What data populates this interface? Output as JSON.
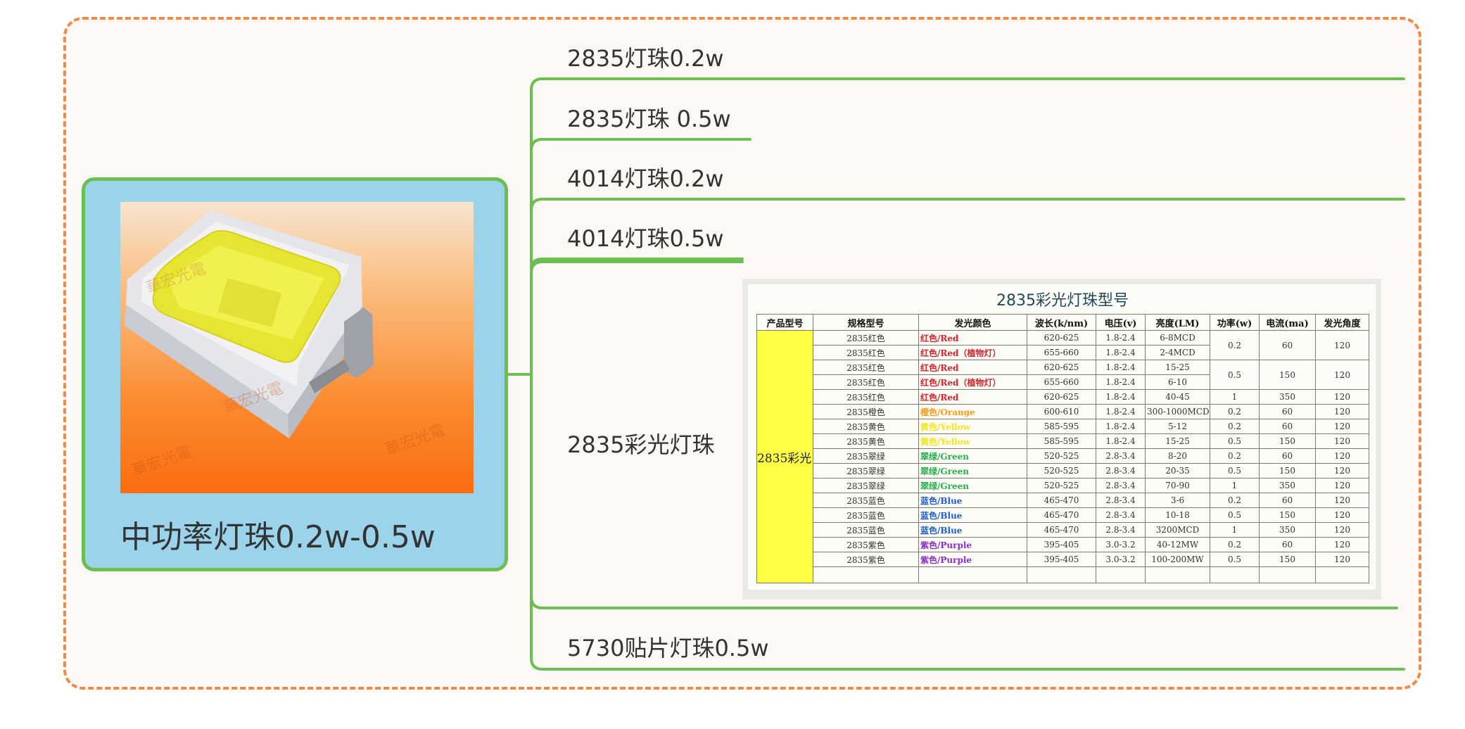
{
  "root": {
    "label": "中功率灯珠0.2w-0.5w",
    "image_icon": "led-chip-photo"
  },
  "branches": [
    {
      "label": "2835灯珠0.2w"
    },
    {
      "label": "2835灯珠 0.5w"
    },
    {
      "label": "4014灯珠0.2w"
    },
    {
      "label": "4014灯珠0.5w"
    },
    {
      "label": "2835彩光灯珠"
    },
    {
      "label": "5730贴片灯珠0.5w"
    }
  ],
  "table": {
    "title": "2835彩光灯珠型号",
    "headers": [
      "产品型号",
      "规格型号",
      "发光颜色",
      "波长(k/nm)",
      "电压(v)",
      "亮度(LM)",
      "功率(w)",
      "电流(ma)",
      "发光角度"
    ],
    "model_cell": "2835彩光",
    "rows": [
      {
        "spec": "2835红色",
        "color": "红色/Red",
        "color_hex": "#e0202a",
        "wave": "620-625",
        "volt": "1.8-2.4",
        "lum": "6-8MCD"
      },
      {
        "spec": "2835红色",
        "color": "红色/Red（植物灯）",
        "color_hex": "#e0202a",
        "wave": "655-660",
        "volt": "1.8-2.4",
        "lum": "2-4MCD"
      },
      {
        "spec": "2835红色",
        "color": "红色/Red",
        "color_hex": "#e0202a",
        "wave": "620-625",
        "volt": "1.8-2.4",
        "lum": "15-25"
      },
      {
        "spec": "2835红色",
        "color": "红色/Red（植物灯）",
        "color_hex": "#e0202a",
        "wave": "655-660",
        "volt": "1.8-2.4",
        "lum": "6-10"
      },
      {
        "spec": "2835红色",
        "color": "红色/Red",
        "color_hex": "#e0202a",
        "wave": "620-625",
        "volt": "1.8-2.4",
        "lum": "40-45"
      },
      {
        "spec": "2835橙色",
        "color": "橙色/Orange",
        "color_hex": "#ff9a1a",
        "wave": "600-610",
        "volt": "1.8-2.4",
        "lum": "300-1000MCD"
      },
      {
        "spec": "2835黄色",
        "color": "黄色/Yellow",
        "color_hex": "#f5e31c",
        "wave": "585-595",
        "volt": "1.8-2.4",
        "lum": "5-12"
      },
      {
        "spec": "2835黄色",
        "color": "黄色/Yellow",
        "color_hex": "#f5e31c",
        "wave": "585-595",
        "volt": "1.8-2.4",
        "lum": "15-25"
      },
      {
        "spec": "2835翠绿",
        "color": "翠绿/Green",
        "color_hex": "#23b04a",
        "wave": "520-525",
        "volt": "2.8-3.4",
        "lum": "8-20"
      },
      {
        "spec": "2835翠绿",
        "color": "翠绿/Green",
        "color_hex": "#23b04a",
        "wave": "520-525",
        "volt": "2.8-3.4",
        "lum": "20-35"
      },
      {
        "spec": "2835翠绿",
        "color": "翠绿/Green",
        "color_hex": "#23b04a",
        "wave": "520-525",
        "volt": "2.8-3.4",
        "lum": "70-90"
      },
      {
        "spec": "2835蓝色",
        "color": "蓝色/Blue",
        "color_hex": "#1f5bd6",
        "wave": "465-470",
        "volt": "2.8-3.4",
        "lum": "3-6"
      },
      {
        "spec": "2835蓝色",
        "color": "蓝色/Blue",
        "color_hex": "#1f5bd6",
        "wave": "465-470",
        "volt": "2.8-3.4",
        "lum": "10-18"
      },
      {
        "spec": "2835蓝色",
        "color": "蓝色/Blue",
        "color_hex": "#1f5bd6",
        "wave": "465-470",
        "volt": "2.8-3.4",
        "lum": "3200MCD"
      },
      {
        "spec": "2835紫色",
        "color": "紫色/Purple",
        "color_hex": "#8e2bd0",
        "wave": "395-405",
        "volt": "3.0-3.2",
        "lum": "40-12MW"
      },
      {
        "spec": "2835紫色",
        "color": "紫色/Purple",
        "color_hex": "#8e2bd0",
        "wave": "395-405",
        "volt": "3.0-3.2",
        "lum": "100-200MW"
      }
    ],
    "merged": [
      {
        "power": "0.2",
        "current": "60",
        "angle": "120"
      },
      {
        "power": "0.5",
        "current": "150",
        "angle": "120"
      }
    ],
    "singles": [
      {
        "power": "1",
        "current": "350",
        "angle": "120"
      },
      {
        "power": "0.2",
        "current": "60",
        "angle": "120"
      },
      {
        "power": "0.2",
        "current": "60",
        "angle": "120"
      },
      {
        "power": "0.5",
        "current": "150",
        "angle": "120"
      },
      {
        "power": "0.2",
        "current": "60",
        "angle": "120"
      },
      {
        "power": "0.5",
        "current": "150",
        "angle": "120"
      },
      {
        "power": "1",
        "current": "350",
        "angle": "120"
      },
      {
        "power": "0.2",
        "current": "60",
        "angle": "120"
      },
      {
        "power": "0.5",
        "current": "150",
        "angle": "120"
      },
      {
        "power": "1",
        "current": "350",
        "angle": "120"
      },
      {
        "power": "0.2",
        "current": "60",
        "angle": "120"
      },
      {
        "power": "0.5",
        "current": "150",
        "angle": "120"
      }
    ]
  },
  "colors": {
    "frame_border": "#ef8b45",
    "connector": "#6bbf4e",
    "root_fill": "#9ad3ea",
    "highlight_yellow": "#ffff44"
  }
}
